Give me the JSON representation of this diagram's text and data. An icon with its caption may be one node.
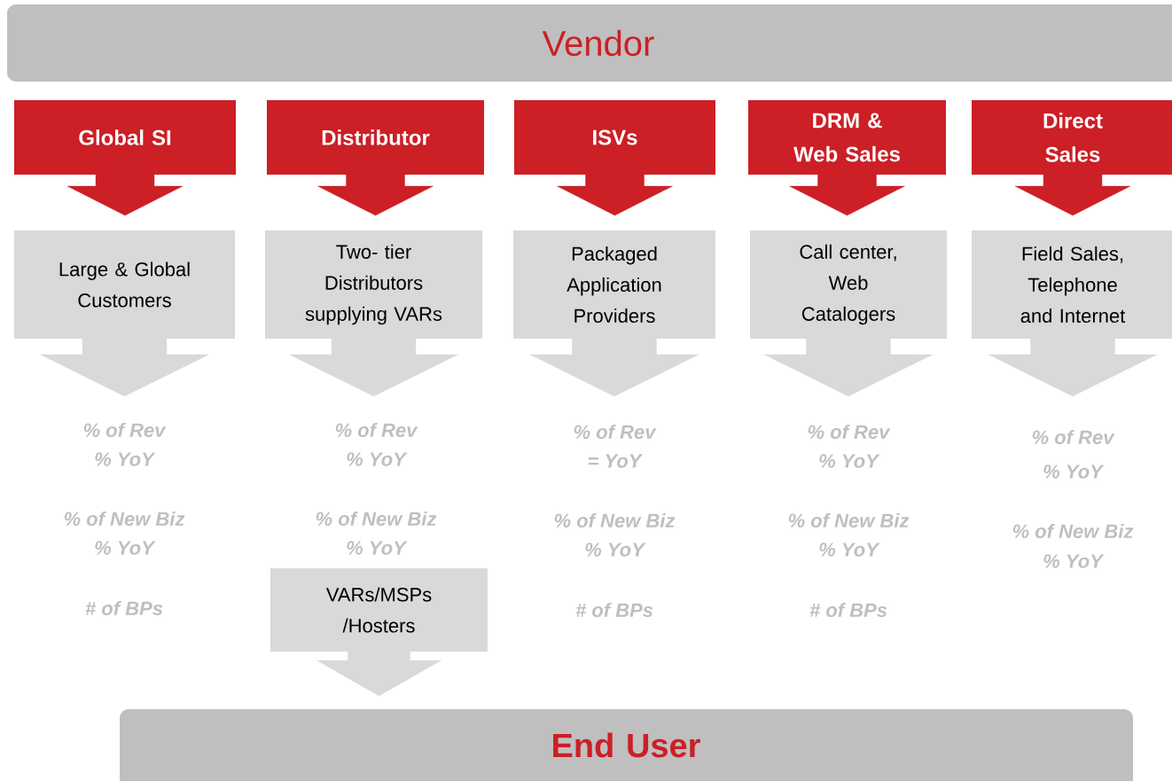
{
  "diagram": {
    "nodes": [
      {
        "text": [
          "Vendor"
        ]
      },
      {
        "text": [
          "Global SI"
        ]
      },
      {
        "text": [
          "Distributor"
        ]
      },
      {
        "text": [
          "ISVs"
        ]
      },
      {
        "text": [
          "DRM & Web Sales"
        ]
      },
      {
        "text": [
          "Direct Sales"
        ]
      },
      {
        "text": [
          "Large & Global Customers"
        ]
      },
      {
        "text": [
          "Two- tier Distributors supplying VARs"
        ]
      },
      {
        "text": [
          "Packaged Application Providers"
        ]
      },
      {
        "text": [
          "Call center, Web Catalogers"
        ]
      },
      {
        "text": [
          "Field Sales, Telephone and Internet"
        ]
      },
      {
        "text": [
          "VARs/MSPs /Hosters"
        ]
      },
      {
        "text": [
          "End User"
        ]
      }
    ],
    "edges": [
      {
        "from": 1,
        "to": 6,
        "arrow": "to",
        "color": "#cc1f26"
      },
      {
        "from": 2,
        "to": 7,
        "arrow": "to",
        "color": "#cc1f26"
      },
      {
        "from": 3,
        "to": 8,
        "arrow": "to",
        "color": "#cc1f26"
      },
      {
        "from": 4,
        "to": 9,
        "arrow": "to",
        "color": "#cc1f26"
      },
      {
        "from": 5,
        "to": 10,
        "arrow": "to",
        "color": "#cc1f26"
      },
      {
        "from": 6,
        "to": null,
        "arrow": "to"
      },
      {
        "from": 7,
        "to": null,
        "arrow": "to"
      },
      {
        "from": 8,
        "to": null,
        "arrow": "to"
      },
      {
        "from": 9,
        "to": null,
        "arrow": "to"
      },
      {
        "from": 10,
        "to": null,
        "arrow": "to"
      },
      {
        "from": 11,
        "to": 12,
        "arrow": "to"
      }
    ],
    "labels": [
      "% of Rev",
      "% YoY",
      "% of New Biz",
      "% YoY",
      "# of BPs",
      "% of Rev",
      "% YoY",
      "% of New Biz",
      "% YoY",
      "% of Rev",
      "= YoY",
      "% of New Biz",
      "% YoY",
      "# of BPs",
      "% of Rev",
      "% YoY",
      "% of New Biz",
      "% YoY",
      "# of BPs",
      "% of Rev",
      "% YoY",
      "% of New Biz",
      "% YoY"
    ]
  }
}
